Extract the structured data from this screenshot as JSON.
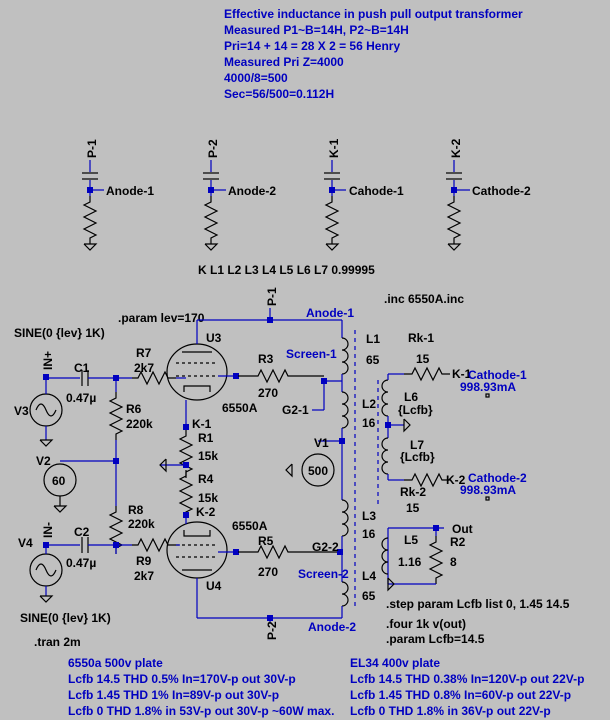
{
  "colors": {
    "background": "#c0c0c0",
    "wire": "#0000c0",
    "component": "#000000",
    "text_blue": "#0000c0"
  },
  "header_notes": [
    "Effective inductance in push pull output transformer",
    "Measured P1~B=14H, P2~B=14H",
    "Pri=14 + 14 = 28 X 2 = 56 Henry",
    "Measured Pri Z=4000",
    "4000/8=500",
    "Sec=56/500=0.112H"
  ],
  "probes": [
    {
      "flag": "P-1",
      "node": "Anode-1"
    },
    {
      "flag": "P-2",
      "node": "Anode-2"
    },
    {
      "flag": "K-1",
      "node": "Cahode-1"
    },
    {
      "flag": "K-2",
      "node": "Cathode-2"
    }
  ],
  "coupling": "K L1 L2 L3 L4 L5 L6 L7  0.99995",
  "directives": {
    "param_lev": ".param lev=170",
    "include": ".inc 6550A.inc",
    "tran": ".tran 2m",
    "step": ".step param Lcfb list 0, 1.45 14.5",
    "four": ".four 1k v(out)",
    "param_lcfb": ".param Lcfb=14.5"
  },
  "sources": {
    "v3": {
      "ref": "V3",
      "value": "SINE(0 {lev} 1K)"
    },
    "v4": {
      "ref": "V4",
      "value": "SINE(0 {lev} 1K)"
    },
    "v2": {
      "ref": "V2",
      "value": "60"
    },
    "v1": {
      "ref": "V1",
      "value": "500"
    }
  },
  "labels": {
    "in_plus": "IN+",
    "in_minus": "IN-",
    "c1": "C1",
    "c1_val": "0.47µ",
    "c2": "C2",
    "c2_val": "0.47µ",
    "r7": "R7",
    "r7_val": "2k7",
    "r9": "R9",
    "r9_val": "2k7",
    "r6": "R6",
    "r6_val": "220k",
    "r8": "R8",
    "r8_val": "220k",
    "u3": "U3",
    "u3_val": "6550A",
    "u4": "U4",
    "u4_val": "6550A",
    "r3": "R3",
    "r3_val": "270",
    "r5": "R5",
    "r5_val": "270",
    "r1": "R1",
    "r1_val": "15k",
    "r4": "R4",
    "r4_val": "15k",
    "k1": "K-1",
    "k2": "K-2",
    "g21": "G2-1",
    "g22": "G2-2",
    "screen1": "Screen-1",
    "screen2": "Screen-2",
    "anode1": "Anode-1",
    "anode2": "Anode-2",
    "p1": "P-1",
    "p2": "P-2",
    "l1": "L1",
    "l1_val": "65",
    "l2": "L2",
    "l2_val": "16",
    "l3": "L3",
    "l3_val": "16",
    "l4": "L4",
    "l4_val": "65",
    "rk1": "Rk-1",
    "rk1_val": "15",
    "rk2": "Rk-2",
    "rk2_val": "15",
    "l6": "L6",
    "l6_val": "{Lcfb}",
    "l7": "L7",
    "l7_val": "{Lcfb}",
    "cathode1": "Cathode-1",
    "cathode1_meas": "998.93mA",
    "cathode2": "Cathode-2",
    "cathode2_meas": "998.93mA",
    "k1r": "K-1",
    "k2r": "K-2",
    "l5": "L5",
    "l5_val": "1.16",
    "r2": "R2",
    "r2_val": "8",
    "out": "Out"
  },
  "results_left": [
    "6550a 500v plate",
    "Lcfb 14.5 THD 0.5% In=170V-p out 30V-p",
    "Lcfb 1.45 THD 1% In=89V-p out 30V-p",
    "Lcfb 0 THD 1.8% in 53V-p out 30V-p ~60W max."
  ],
  "results_right": [
    "EL34 400v plate",
    "Lcfb 14.5 THD 0.38% In=120V-p out 22V-p",
    "Lcfb 1.45 THD 0.8% In=60V-p out 22V-p",
    "Lcfb 0 THD 1.8% in 36V-p out 22V-p"
  ]
}
